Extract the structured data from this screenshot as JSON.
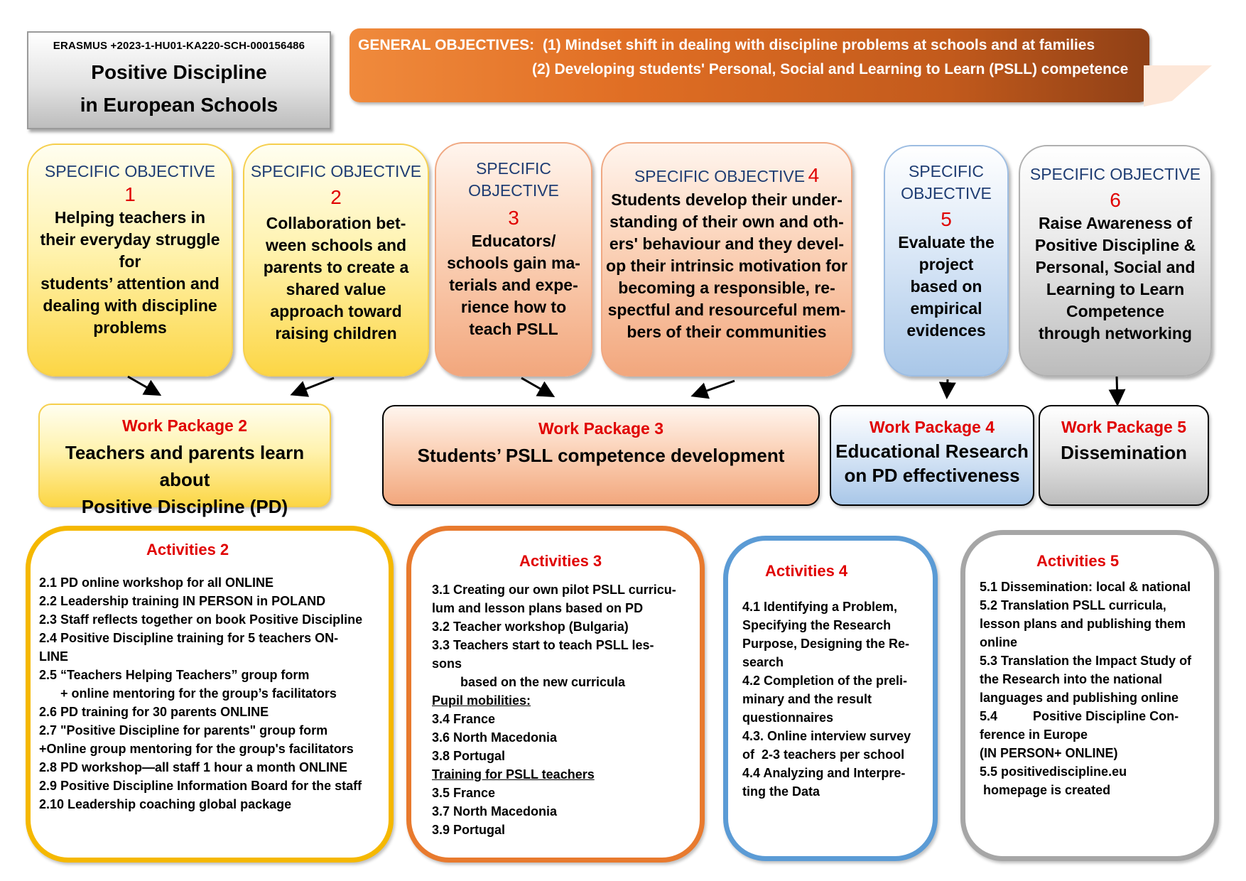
{
  "header": {
    "project_code": "ERASMUS +2023-1-HU01-KA220-SCH-000156486",
    "title_line1": "Positive Discipline",
    "title_line2": "in European Schools"
  },
  "general": {
    "label": "GENERAL OBJECTIVES:",
    "obj1": "(1) Mindset shift in dealing with discipline problems at schools and at families",
    "obj2": "(2) Developing students' Personal, Social and Learning to Learn (PSLL) competence"
  },
  "objectives": [
    {
      "label": "SPECIFIC OBJECTIVE",
      "num": "1",
      "text": "Helping teachers in\ntheir everyday struggle\nfor\nstudents’ attention and\ndealing with discipline\nproblems"
    },
    {
      "label": "SPECIFIC OBJECTIVE",
      "num": "2",
      "text": "Collaboration bet-\nween schools and\nparents to create a\nshared value\napproach toward\nraising children"
    },
    {
      "label": "SPECIFIC\nOBJECTIVE",
      "num": "3",
      "text": "Educators/\nschools gain ma-\nterials and expe-\nrience how to\nteach PSLL"
    },
    {
      "label": "SPECIFIC OBJECTIVE",
      "num": "4",
      "text": "Students develop their under-\nstanding of their own and oth-\ners' behaviour and they devel-\nop their intrinsic motivation for\nbecoming a responsible, re-\nspectful and resourceful mem-\nbers of their communities"
    },
    {
      "label": "SPECIFIC\nOBJECTIVE",
      "num": "5",
      "text": "Evaluate the\nproject\nbased on\nempirical\nevidences"
    },
    {
      "label": "SPECIFIC OBJECTIVE",
      "num": "6",
      "text": "Raise Awareness of\nPositive Discipline &\nPersonal, Social and\nLearning to Learn\nCompetence\nthrough networking"
    }
  ],
  "work_packages": [
    {
      "title": "Work Package 2",
      "text": "Teachers and parents learn about\nPositive Discipline (PD)"
    },
    {
      "title": "Work Package 3",
      "text": "Students’ PSLL competence development"
    },
    {
      "title": "Work Package 4",
      "text": "Educational Research\non PD effectiveness"
    },
    {
      "title": "Work Package 5",
      "text": "Dissemination"
    }
  ],
  "activities": [
    {
      "title": "Activities 2",
      "items": [
        "2.1 PD online workshop for all ONLINE",
        "2.2 Leadership training IN PERSON in POLAND",
        "2.3 Staff reflects together on book Positive Discipline",
        "2.4 Positive Discipline training for 5 teachers ON-",
        "LINE",
        "2.5 “Teachers Helping Teachers” group form",
        "      + online mentoring for the group’s facilitators",
        "2.6 PD training for 30 parents ONLINE",
        "2.7 \"Positive Discipline for parents\" group form",
        "+Online group mentoring for the group's facilitators",
        "2.8 PD workshop—all staff 1 hour a month ONLINE",
        "2.9 Positive Discipline Information Board for the staff",
        "2.10 Leadership coaching global package"
      ]
    },
    {
      "title": "Activities 3",
      "items": [
        "3.1 Creating our own pilot PSLL curricu-",
        "lum and lesson plans based on PD",
        "3.2 Teacher workshop (Bulgaria)",
        "3.3 Teachers start to teach PSLL les-",
        "sons",
        "        based on the new curricula",
        "Pupil mobilities:",
        "3.4 France",
        "3.6 North Macedonia",
        "3.8 Portugal",
        "Training for PSLL teachers",
        "3.5 France",
        "3.7 North Macedonia",
        "3.9 Portugal"
      ]
    },
    {
      "title": "Activities 4",
      "items": [
        "4.1 Identifying a Problem,",
        "Specifying the Research",
        "Purpose, Designing the Re-",
        "search",
        "4.2 Completion of the preli-",
        "minary and the result",
        "questionnaires",
        "4.3. Online interview survey",
        "of  2-3 teachers per school",
        "4.4 Analyzing and Interpre-",
        "ting the Data"
      ]
    },
    {
      "title": "Activities 5",
      "items": [
        "5.1 Dissemination: local & national",
        "5.2 Translation PSLL curricula,",
        "lesson plans and publishing them",
        "online",
        "5.3 Translation the Impact Study of",
        "the Research into the national",
        "languages and publishing online",
        "5.4          Positive Discipline Con-",
        "ference in Europe",
        "(IN PERSON+ ONLINE)",
        "5.5 positivediscipline.eu",
        " homepage is created"
      ]
    }
  ],
  "colors": {
    "yellow_border": "#f5b800",
    "orange_border": "#e87a2e",
    "blue_border": "#5b9bd5",
    "grey_border": "#a6a6a6",
    "red_text": "#e00000"
  }
}
